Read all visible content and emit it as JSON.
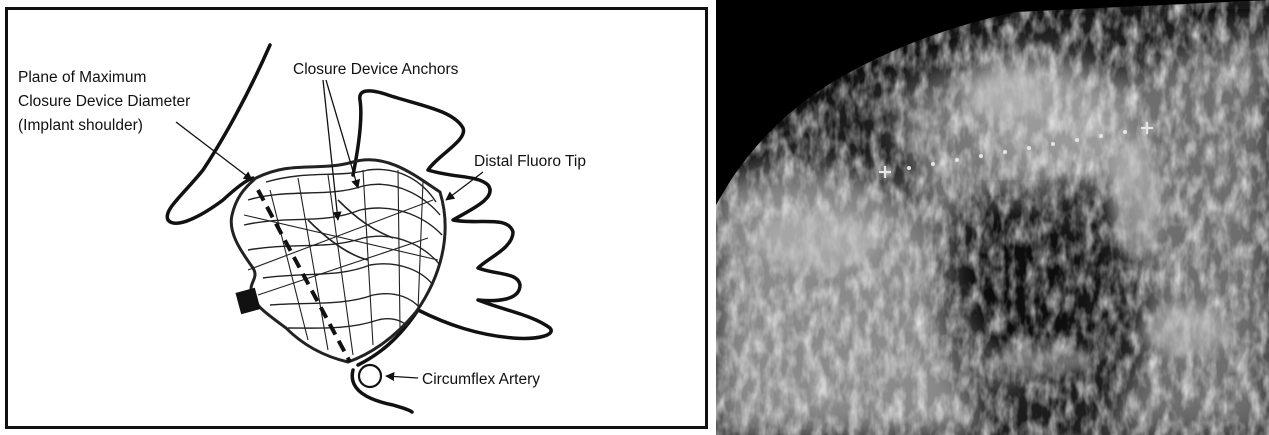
{
  "diagram": {
    "labels": {
      "plane_line1": "Plane of Maximum",
      "plane_line2": "Closure Device Diameter",
      "plane_line3": "(Implant shoulder)",
      "anchors": "Closure Device Anchors",
      "fluoro_tip": "Distal Fluoro Tip",
      "circumflex": "Circumflex Artery"
    }
  },
  "ultrasound": {
    "measurement_markers": 2,
    "measurement_dots": 10
  }
}
